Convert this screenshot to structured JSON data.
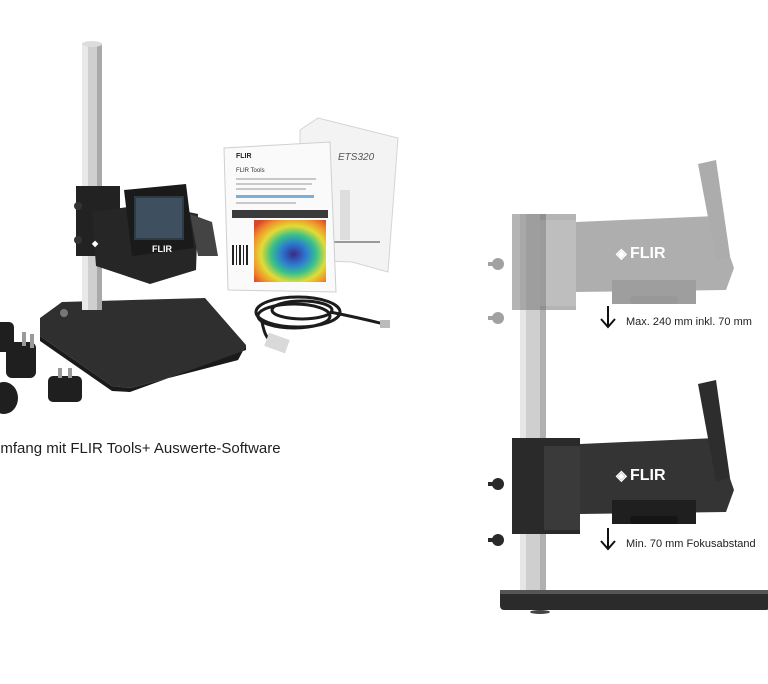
{
  "left_panel": {
    "caption": "umfang mit FLIR Tools+ Auswerte-Software",
    "camera_logo": "FLIR",
    "booklet_brand": "FLIR",
    "booklet_title": "FLIR Tools",
    "manual_title": "ETS320"
  },
  "right_panel": {
    "upper_camera_logo": "FLIR",
    "lower_camera_logo": "FLIR",
    "max_label": "Max. 240 mm inkl. 70 mm",
    "min_label": "Min. 70 mm Fokusabstand"
  },
  "colors": {
    "stand_dark": "#2b2b2b",
    "pole_light": "#c9c9c9",
    "ghost_gray": "#a7a7a7"
  },
  "icons": {
    "arrow": "down-arrow-icon"
  }
}
